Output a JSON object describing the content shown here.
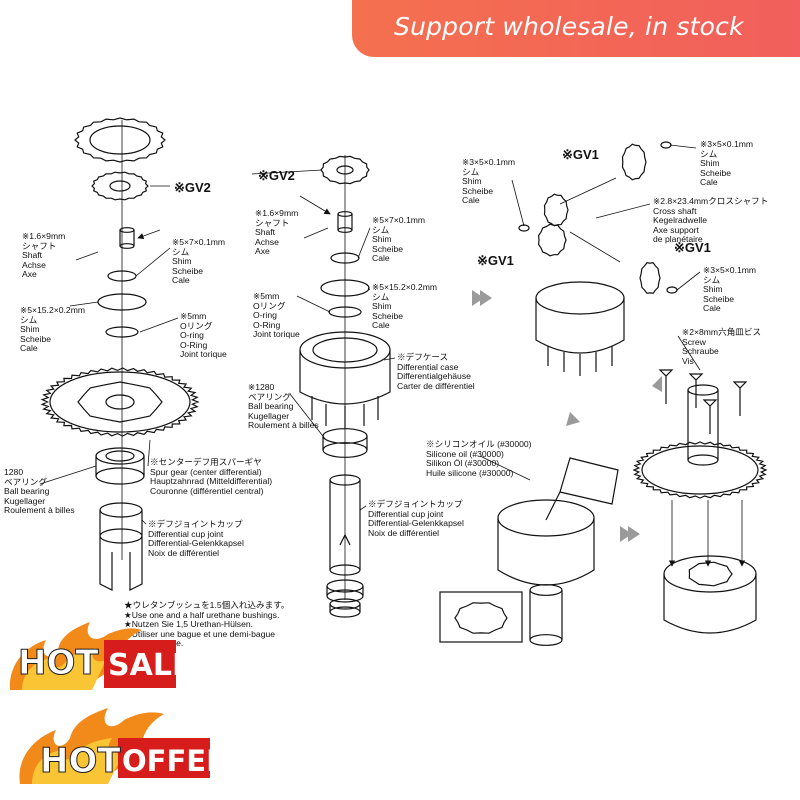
{
  "banner": {
    "text": "Support wholesale, in stock",
    "color": "#f4704f"
  },
  "badges": {
    "hot": "HOT",
    "sale": "SALE",
    "offer": "OFFER",
    "red": "#d71c1c"
  },
  "codes": {
    "gv2_a": "※GV2",
    "gv2_b": "※GV2",
    "gv1_a": "※GV1",
    "gv1_b": "※GV1",
    "gv1_c": "※GV1"
  },
  "labels": {
    "a1": "※1.6×9mm\nシャフト\nShaft\nAchse\nAxe",
    "a2": "※5×7×0.1mm\nシム\nShim\nScheibe\nCale",
    "a3": "※5×15.2×0.2mm\nシム\nShim\nScheibe\nCale",
    "a4": "※5mm\nOリング\nO-ring\nO-Ring\nJoint torique",
    "a5": "※センターデフ用スパーギヤ\nSpur gear (center differential)\nHauptzahnrad (Mitteldifferential)\nCouronne (différentiel central)",
    "a6": "1280\nベアリング\nBall bearing\nKugellager\nRoulement à billes",
    "a7": "※デフジョイントカップ\nDifferential cup joint\nDifferential-Gelenkkapsel\nNoix de différentiel",
    "a8": "★ウレタンブッシュを1.5個入れ込みます。\n★Use one and a half urethane bushings.\n★Nutzen Sie 1,5 Urethan-Hülsen.\n★Utiliser une bague et une demi-bague\n   polyuréthane.",
    "b1": "※1.6×9mm\nシャフト\nShaft\nAchse\nAxe",
    "b2": "※5×7×0.1mm\nシム\nShim\nScheibe\nCale",
    "b3": "※5mm\nOリング\nO-ring\nO-Ring\nJoint torique",
    "b4": "※5×15.2×0.2mm\nシム\nShim\nScheibe\nCale",
    "b5": "※デフケース\nDifferential case\nDifferentialgehäuse\nCarter de différentiel",
    "b6": "※1280\nベアリング\nBall bearing\nKugellager\nRoulement à billes",
    "b7": "※デフジョイントカップ\nDifferential cup joint\nDifferential-Gelenkkapsel\nNoix de différentiel",
    "c1": "※3×5×0.1mm\nシム\nShim\nScheibe\nCale",
    "c2": "※3×5×0.1mm\nシム\nShim\nScheibe\nCale",
    "c3": "※2.8×23.4mmクロスシャフト\nCross shaft\nKegelradwelle\nAxe support\nde planétaire",
    "c4": "※3×5×0.1mm\nシム\nShim\nScheibe\nCale",
    "c5": "※2×8mm六角皿ビス\nScrew\nSchraube\nVis",
    "c6": "※シリコンオイル (#30000)\nSilicone oil (#30000)\nSilikon Öl (#30000)\nHuile silicone (#30000)"
  }
}
